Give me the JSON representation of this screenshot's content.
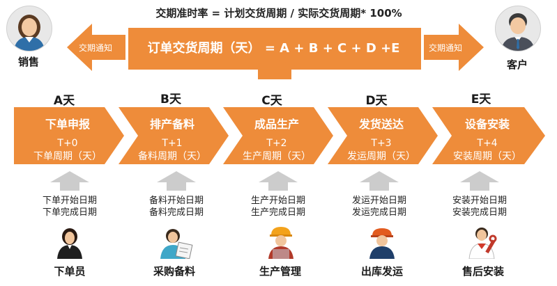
{
  "formula": "交期准时率 = 计划交货周期 / 实际交货周期* 100%",
  "banner": {
    "main": "订单交货周期（天） = A + B + C + D +E",
    "left_notice": "交期通知",
    "right_notice": "交期通知"
  },
  "people": {
    "sales": "销售",
    "customer": "客户"
  },
  "colors": {
    "orange": "#ee8c3a",
    "orange_dark": "#e07a25",
    "gray_arrow": "#cccccc"
  },
  "steps": [
    {
      "day": "A天",
      "title": "下单申报",
      "t": "T+0",
      "period": "下单周期（天）",
      "dates": [
        "下单开始日期",
        "下单完成日期"
      ],
      "role": "下单员",
      "role_icon": "clerk-icon"
    },
    {
      "day": "B天",
      "title": "排产备料",
      "t": "T+1",
      "period": "备料周期（天）",
      "dates": [
        "备料开始日期",
        "备料完成日期"
      ],
      "role": "采购备料",
      "role_icon": "purchaser-icon"
    },
    {
      "day": "C天",
      "title": "成品生产",
      "t": "T+2",
      "period": "生产周期（天）",
      "dates": [
        "生产开始日期",
        "生产完成日期"
      ],
      "role": "生产管理",
      "role_icon": "worker-icon"
    },
    {
      "day": "D天",
      "title": "发货送达",
      "t": "T+3",
      "period": "发运周期（天）",
      "dates": [
        "发运开始日期",
        "发运完成日期"
      ],
      "role": "出库发运",
      "role_icon": "shipper-icon"
    },
    {
      "day": "E天",
      "title": "设备安装",
      "t": "T+4",
      "period": "安装周期（天）",
      "dates": [
        "安装开始日期",
        "安装完成日期"
      ],
      "role": "售后安装",
      "role_icon": "installer-icon"
    }
  ]
}
